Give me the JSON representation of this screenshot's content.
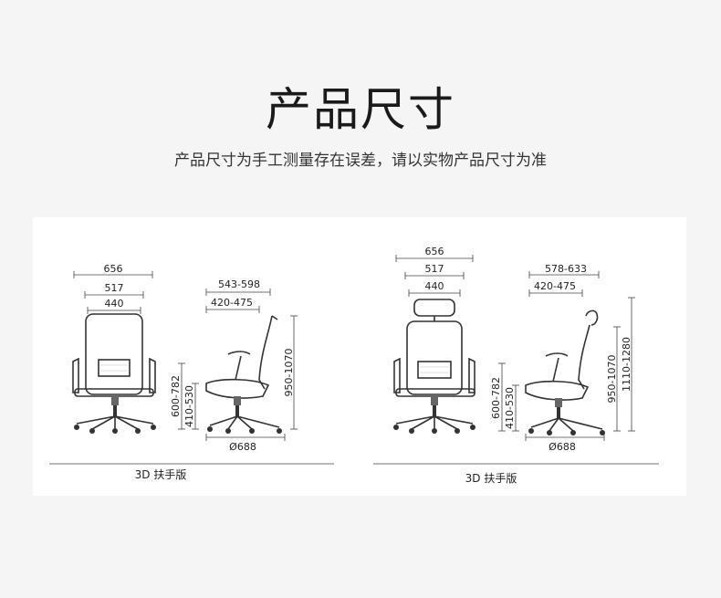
{
  "header": {
    "title": "产品尺寸",
    "subtitle": "产品尺寸为手工测量存在误差，请以实物产品尺寸为准"
  },
  "left_model": {
    "label": "3D 扶手版",
    "front_widths": [
      "656",
      "517",
      "440"
    ],
    "side_top": [
      "543-598",
      "420-475"
    ],
    "heights": [
      "600-782",
      "410-530",
      "950-1070"
    ],
    "base": "Ø688"
  },
  "right_model": {
    "label": "3D 扶手版",
    "front_widths": [
      "656",
      "517",
      "440"
    ],
    "side_top": [
      "578-633",
      "420-475"
    ],
    "heights": [
      "600-782",
      "410-530",
      "950-1070",
      "1110-1280"
    ],
    "base": "Ø688"
  },
  "colors": {
    "background": "#f5f5f5",
    "panel": "#ffffff",
    "line": "#333333"
  }
}
